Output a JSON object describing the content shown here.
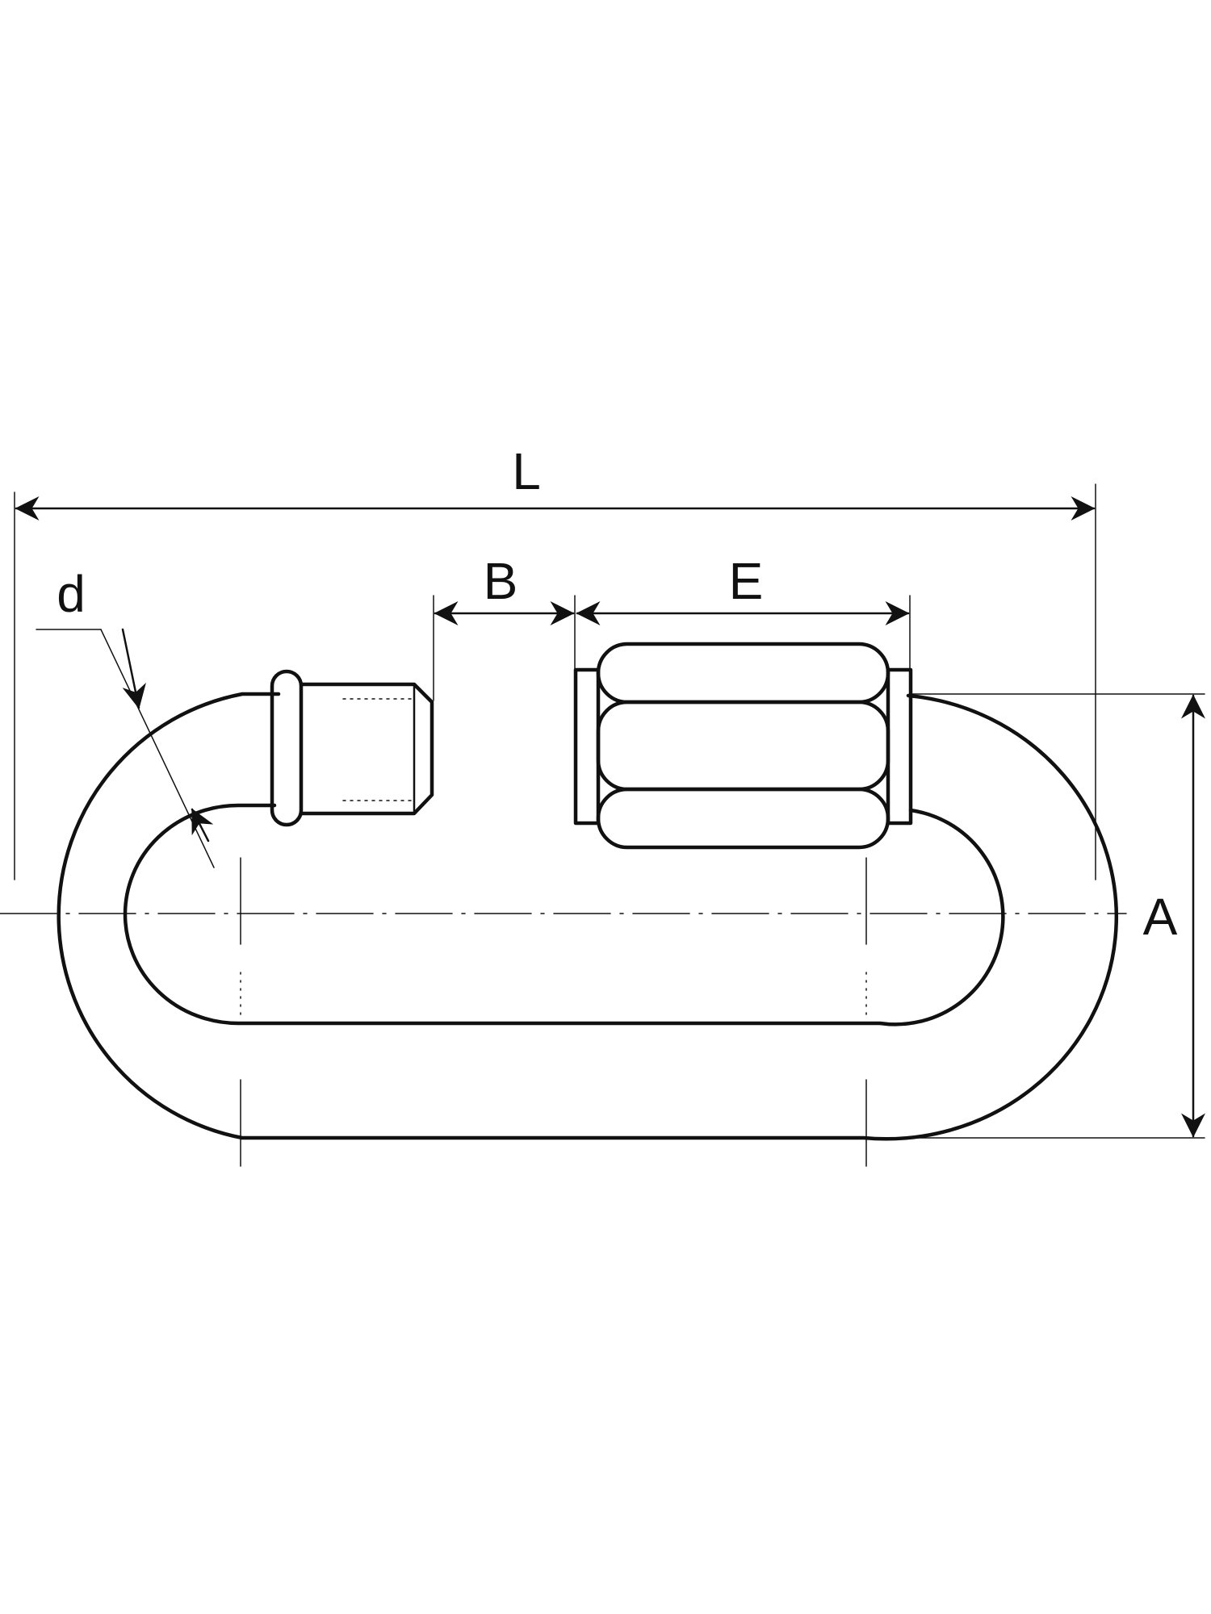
{
  "diagram": {
    "dimension_labels": {
      "length": "L",
      "gap": "B",
      "nut_length": "E",
      "wire_diameter": "d",
      "height": "A"
    },
    "colors": {
      "line": "#111111",
      "background": "#ffffff"
    }
  }
}
